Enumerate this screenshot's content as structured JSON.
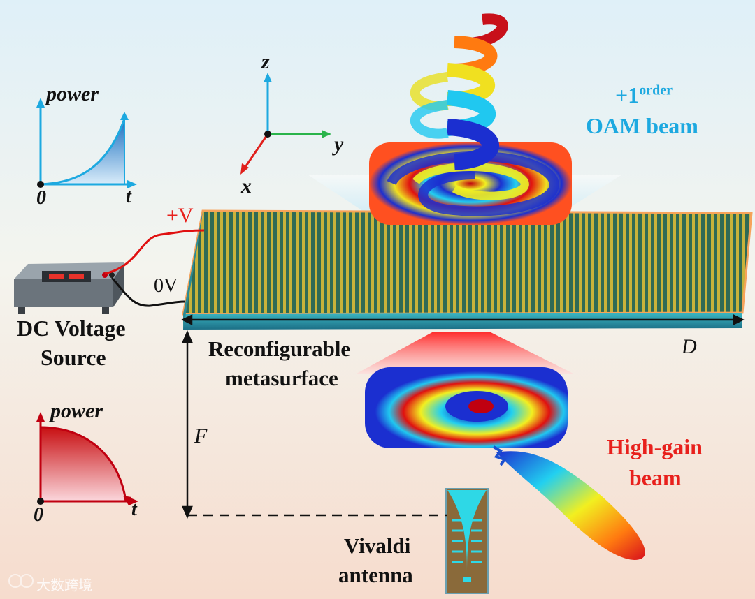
{
  "axes3d": {
    "z": "z",
    "y": "y",
    "x": "x"
  },
  "power_up_plot": {
    "ylabel": "power",
    "origin": "0",
    "xlabel": "t"
  },
  "power_down_plot": {
    "ylabel": "power",
    "origin": "0",
    "xlabel": "t"
  },
  "source": {
    "plus_label": "+V",
    "zero_label": "0V",
    "name_line1": "DC Voltage",
    "name_line2": "Source"
  },
  "metasurface": {
    "line1": "Reconfigurable",
    "line2": "metasurface",
    "width_label": "D",
    "focal_label": "F"
  },
  "oam": {
    "prefix": "+1",
    "superscript": "order",
    "line2": "OAM beam"
  },
  "high_gain": {
    "line1": "High-gain",
    "line2": "beam"
  },
  "antenna": {
    "line1": "Vivaldi",
    "line2": "antenna"
  },
  "watermark": {
    "text": "大数跨境"
  },
  "colors": {
    "accent_blue": "#1da9e0",
    "accent_red": "#e8201c",
    "board_green": "#5f8a2c"
  }
}
